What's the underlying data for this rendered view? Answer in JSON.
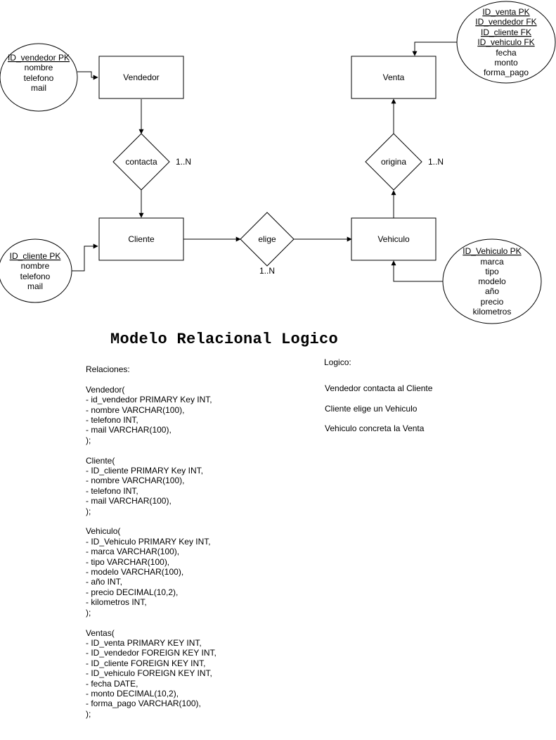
{
  "entities": {
    "vendedor": "Vendedor",
    "venta": "Venta",
    "cliente": "Cliente",
    "vehiculo": "Vehiculo"
  },
  "relationships": {
    "contacta": "contacta",
    "origina": "origina",
    "elige": "elige"
  },
  "cardinalities": {
    "contacta": "1..N",
    "origina": "1..N",
    "elige": "1..N"
  },
  "attributes": {
    "vendedor": [
      "ID_vendedor PK",
      "nombre",
      "telefono",
      "mail"
    ],
    "cliente": [
      "ID_cliente PK",
      "nombre",
      "telefono",
      "mail"
    ],
    "venta": [
      "ID_venta PK",
      "ID_vendedor FK",
      "ID_cliente FK",
      "ID_vehiculo FK",
      "fecha",
      "monto",
      "forma_pago"
    ],
    "vehiculo": [
      "ID_Vehiculo PK",
      "marca",
      "tipo",
      "modelo",
      "año",
      "precio",
      "kilometros"
    ]
  },
  "title": "Modelo Relacional Logico",
  "relaciones": [
    "Relaciones:",
    "",
    "Vendedor(",
    "- id_vendedor PRIMARY Key INT,",
    "- nombre VARCHAR(100),",
    "- telefono INT,",
    "- mail VARCHAR(100),",
    ");",
    "",
    "Cliente(",
    "- ID_cliente PRIMARY Key INT,",
    "- nombre VARCHAR(100),",
    "- telefono INT,",
    "- mail VARCHAR(100),",
    ");",
    "",
    "Vehiculo(",
    "- ID_Vehiculo PRIMARY Key INT,",
    "- marca VARCHAR(100),",
    "- tipo VARCHAR(100),",
    "- modelo VARCHAR(100),",
    "- año INT,",
    "- precio DECIMAL(10,2),",
    "- kilometros INT,",
    ");",
    "",
    "Ventas(",
    "- ID_venta PRIMARY KEY INT,",
    "- ID_vendedor FOREIGN KEY INT,",
    "- ID_cliente FOREIGN KEY INT,",
    "- ID_vehiculo FOREIGN KEY INT,",
    "- fecha DATE,",
    "- monto DECIMAL(10,2),",
    "- forma_pago VARCHAR(100),",
    ");"
  ],
  "logico": {
    "heading": "Logico:",
    "items": [
      "Vendedor contacta al Cliente",
      "Cliente elige un Vehiculo",
      "Vehiculo concreta la Venta"
    ]
  }
}
